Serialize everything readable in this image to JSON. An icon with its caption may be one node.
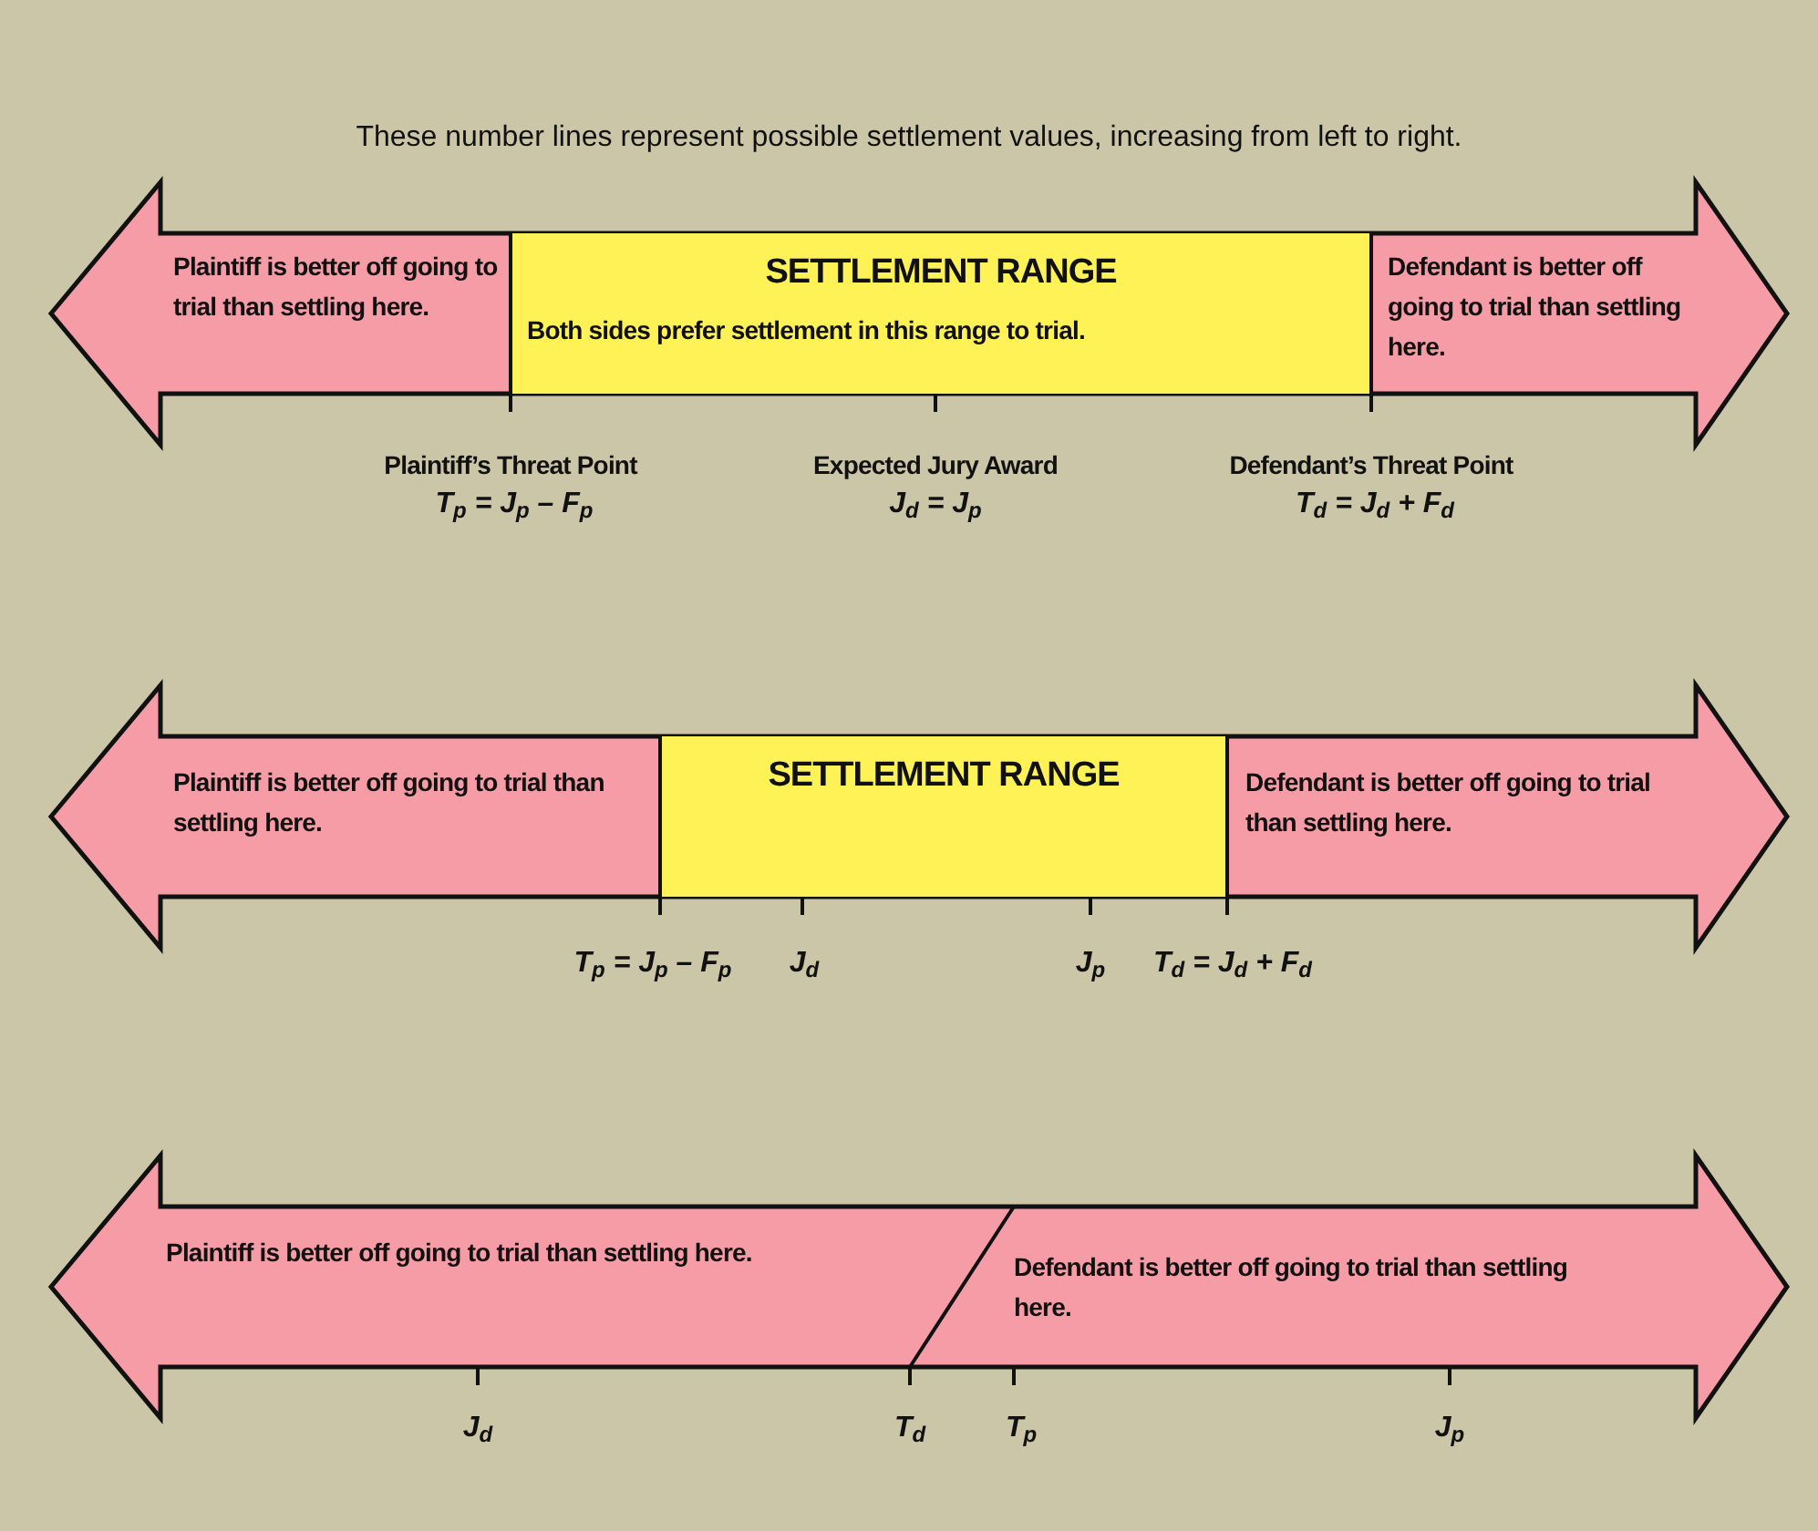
{
  "diagram": {
    "title": "These number lines represent possible settlement values, increasing from left to right.",
    "nodes": [
      {
        "text": [],
        "shape": "arrow"
      },
      {
        "text": [
          "Plaintiff is better off going to trial than settling here."
        ],
        "in": 0
      },
      {
        "text": [
          "SETTLEMENT RANGE",
          "Both sides prefer settlement in this range to trial."
        ],
        "in": 0
      },
      {
        "text": [
          "Defendant is better off going to trial than settling here."
        ],
        "in": 0
      },
      {
        "text": [],
        "shape": "arrow"
      },
      {
        "text": [
          "Plaintiff is better off going to trial than settling here."
        ],
        "in": 4
      },
      {
        "text": [
          "SETTLEMENT RANGE"
        ],
        "in": 4
      },
      {
        "text": [
          "Defendant is better off going to trial than settling here."
        ],
        "in": 4
      },
      {
        "text": [],
        "shape": "arrow"
      },
      {
        "text": [
          "Plaintiff is better off going to trial than settling here."
        ],
        "in": 8
      },
      {
        "text": [
          "Defendant is better off going to trial than settling here."
        ],
        "in": 8
      }
    ],
    "labels": [
      "Plaintiff’s Threat Point",
      "T$_{p}$ = J$_{p}$ – F$_{p}$",
      "Expected Jury Award",
      "J$_{d}$ = J$_{p}$",
      "Defendant’s Threat Point",
      "T$_{d}$ = J$_{d}$ + F$_{d}$",
      "T$_{p}$ = J$_{p}$ – F$_{p}$",
      "J$_{d}$",
      "J$_{p}$",
      "T$_{d}$ = J$_{d}$ + F$_{d}$",
      "J$_{d}$",
      "T$_{d}$",
      "T$_{p}$",
      "J$_{p}$"
    ]
  }
}
